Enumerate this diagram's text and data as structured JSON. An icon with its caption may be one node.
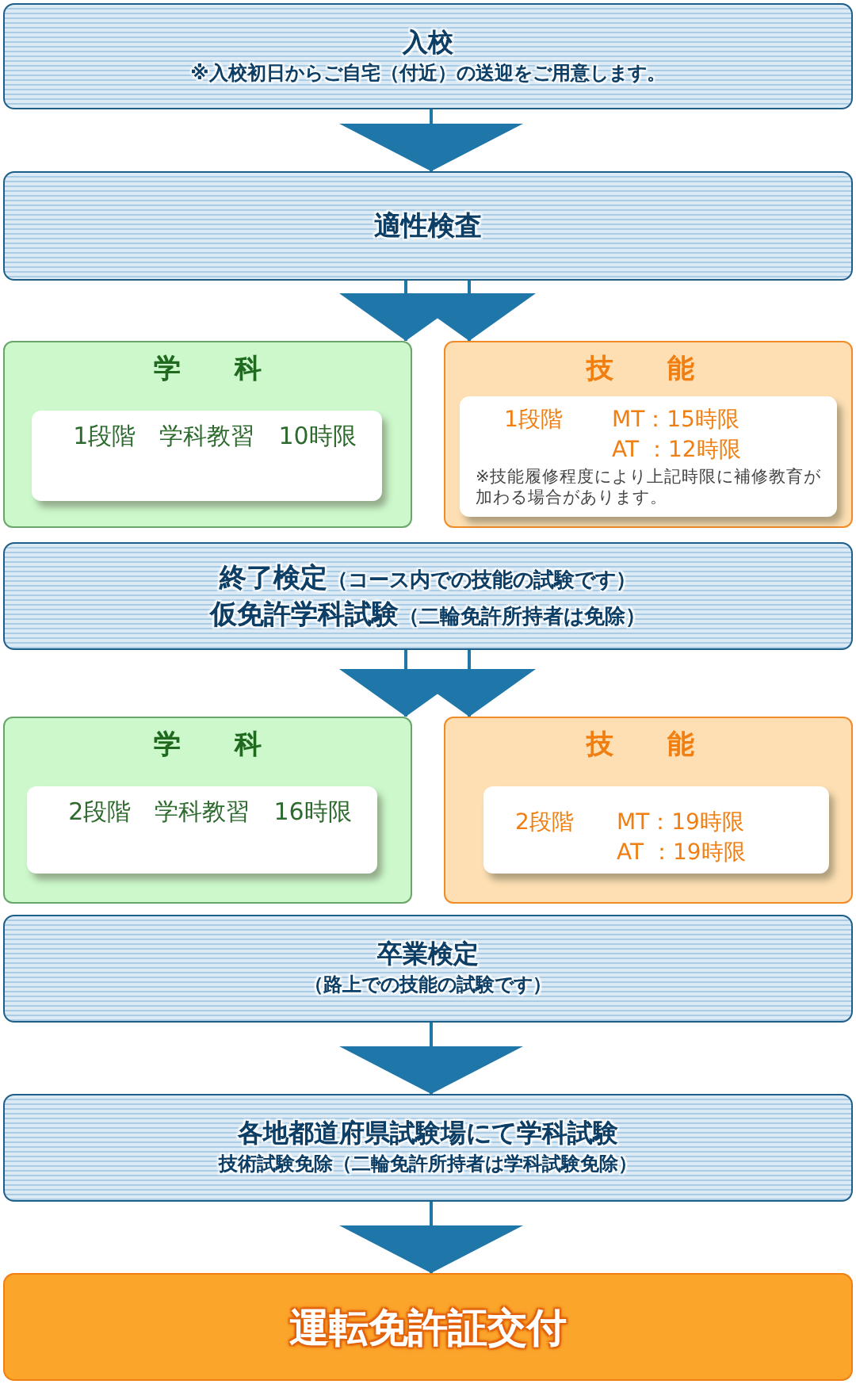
{
  "diagram": {
    "nodes": [
      {
        "text": [
          "入校",
          "※入校初日からご自宅（付近）の送迎をご用意します。"
        ]
      },
      {
        "text": [
          "適性検査"
        ]
      },
      {
        "text": [
          "学　　科"
        ]
      },
      {
        "text": [
          "1段階　学科教習　10時限"
        ],
        "in": 2
      },
      {
        "text": [
          "技　　能"
        ]
      },
      {
        "text": [
          "1段階",
          "MT：15時限",
          "AT ：12時限",
          "※技能履修程度により上記時限に補修教育が加わる場合があります。"
        ],
        "in": 4
      },
      {
        "text": [
          "終了検定",
          "（コース内での技能の試験です）",
          "仮免許学科試験",
          "（二輪免許所持者は免除）"
        ]
      },
      {
        "text": [
          "学　　科"
        ]
      },
      {
        "text": [
          "2段階　学科教習　16時限"
        ],
        "in": 7
      },
      {
        "text": [
          "技　　能"
        ]
      },
      {
        "text": [
          "2段階",
          "MT：19時限",
          "AT ：19時限"
        ],
        "in": 9
      },
      {
        "text": [
          "卒業検定",
          "（路上での技能の試験です）"
        ]
      },
      {
        "text": [
          "各地都道府県試験場にて学科試験",
          "技術試験免除（二輪免許所持者は学科試験免除）"
        ]
      },
      {
        "text": [
          "運転免許証交付"
        ]
      }
    ],
    "edges": [
      {
        "from": 0,
        "to": 1,
        "arrow": "to"
      },
      {
        "from": 1,
        "to": 2,
        "arrow": "to"
      },
      {
        "from": 1,
        "to": 4,
        "arrow": "to"
      },
      {
        "from": 6,
        "to": 7,
        "arrow": "to"
      },
      {
        "from": 6,
        "to": 9,
        "arrow": "to"
      },
      {
        "from": 11,
        "to": 12,
        "arrow": "to"
      },
      {
        "from": 12,
        "to": 13,
        "arrow": "to"
      }
    ]
  }
}
